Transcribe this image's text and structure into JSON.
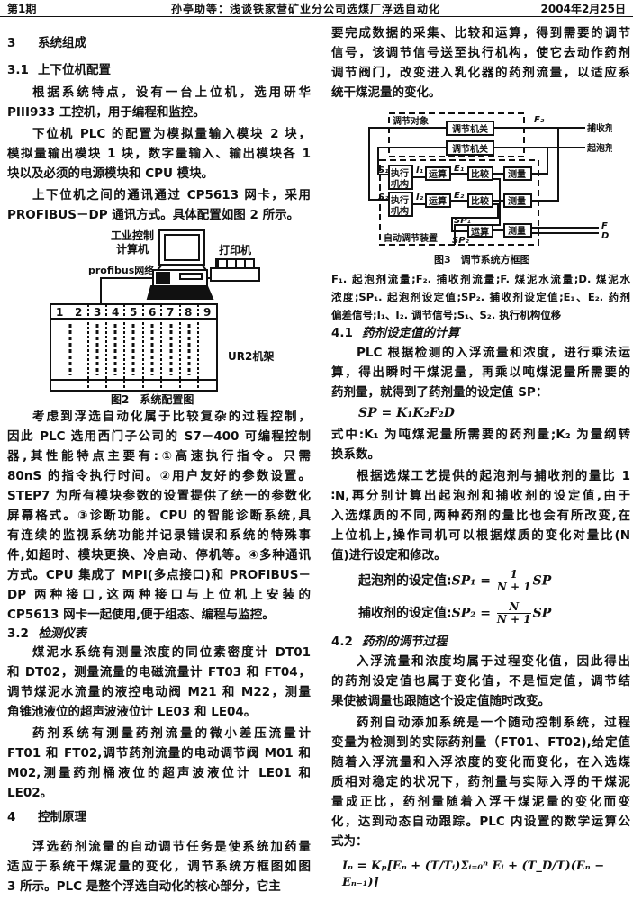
{
  "header": {
    "issue": "第1期",
    "title": "孙亭助等：浅谈铁家营矿业分公司选煤厂浮选自动化",
    "date": "2004年2月25日"
  },
  "left": {
    "sec3": {
      "num": "3",
      "title": "系统组成"
    },
    "sec3_1": {
      "num": "3.1",
      "title": "上下位机配置"
    },
    "p1": [
      "根据系统特点，设有一台上位机，选用研华",
      "PIII933 工控机，用于编程和监控。"
    ],
    "p2": [
      "下位机 PLC 的配置为模拟量输入模块 2 块，",
      "模拟量输出模块 1 块，数字量输入、输出模块各 1",
      "块以及必须的电源模块和 CPU 模块。"
    ],
    "p3": [
      "上下位机之间的通讯通过 CP5613 网卡，采用",
      "PROFIBUS－DP 通讯方式。具体配置如图 2 所示。"
    ],
    "p4": [
      "考虑到浮选自动化属于比较复杂的过程控制，",
      "因此 PLC 选用西门子公司的 S7－400 可编程控制",
      "器,其性能特点主要有:①高速执行指令。只需",
      "80nS 的指令执行时间。②用户友好的参数设置。",
      "STEP7 为所有模块参数的设置提供了统一的参数化",
      "屏幕格式。③诊断功能。CPU 的智能诊断系统,具",
      "有连续的监视系统功能并记录错误和系统的特殊事",
      "件,如超时、模块更换、冷启动、停机等。④多种通讯",
      "方式。CPU 集成了 MPI(多点接口)和 PROFIBUS－",
      "DP 两种接口,这两种接口与上位机上安装的",
      "CP5613 网卡一起使用,便于组态、编程与监控。"
    ],
    "sec3_2": {
      "num": "3.2",
      "title": "检测仪表"
    },
    "p5": [
      "煤泥水系统有测量浓度的同位素密度计 DT01",
      "和 DT02，测量流量的电磁流量计 FT03 和 FT04，",
      "调节煤泥水流量的液控电动阀 M21 和 M22，测量",
      "角锥池液位的超声波液位计 LE03 和 LE04。"
    ],
    "p6": [
      "药剂系统有测量药剂流量的微小差压流量计",
      "FT01 和 FT02,调节药剂流量的电动调节阀 M01 和",
      "M02,测量药剂桶液位的超声波液位计 LE01 和",
      "LE02。"
    ],
    "sec4": {
      "num": "4",
      "title": "控制原理"
    },
    "p7": [
      "浮选药剂流量的自动调节任务是使系统加药量",
      "适应于系统干煤泥量的变化，调节系统方框图如图",
      "3 所示。PLC 是整个浮选自动化的核心部分，它主"
    ]
  },
  "fig2": {
    "computer_label": [
      "工业控制",
      "计算机"
    ],
    "network_label": "profibus网络",
    "printer_label": "打印机",
    "rack_label": "UR2机架",
    "slots": [
      "1",
      "2",
      "3",
      "4",
      "5",
      "6",
      "7",
      "8",
      "9"
    ],
    "caption": "图2　系统配置图"
  },
  "right": {
    "p1": [
      "要完成数据的采集、比较和运算，得到需要的调节",
      "信号，该调节信号送至执行机构，使它去动作药剂",
      "调节阀门，改变进入乳化器的药剂流量，以适应系",
      "统干煤泥量的变化。"
    ],
    "legend": [
      "F₁. 起泡剂流量;F₂. 捕收剂流量;F. 煤泥水流量;D. 煤泥水",
      "浓度;SP₁. 起泡剂设定值;SP₂. 捕收剂设定值;E₁、E₂. 药剂",
      "偏差信号;I₁、I₂. 调节信号;S₁、S₂. 执行机构位移"
    ],
    "sec4_1": {
      "num": "4.1",
      "title": "药剂设定值的计算"
    },
    "p2": [
      "PLC 根据检测的入浮流量和浓度，进行乘法运",
      "算，得出瞬时干煤泥量，再乘以吨煤泥量所需要的",
      "药剂量，就得到了药剂量的设定值 SP："
    ],
    "eq1": "SP = K₁K₂F₂D",
    "p3": [
      "式中:K₁ 为吨煤泥量所需要的药剂量;K₂ 为量纲转",
      "换系数。"
    ],
    "p4": [
      "根据选煤工艺提供的起泡剂与捕收剂的量比 1",
      "∶N,再分别计算出起泡剂和捕收剂的设定值,由于",
      "入选煤质的不同,两种药剂的量比也会有所改变,在",
      "上位机上,操作司机可以根据煤质的变化对量比(N",
      "值)进行设定和修改。"
    ],
    "eq2": {
      "label": "起泡剂的设定值:",
      "lhs": "SP₁ =",
      "num": "1",
      "den": "N + 1",
      "rhs": "SP"
    },
    "eq3": {
      "label": "捕收剂的设定值:",
      "lhs": "SP₂ =",
      "num": "N",
      "den": "N + 1",
      "rhs": "SP"
    },
    "sec4_2": {
      "num": "4.2",
      "title": "药剂的调节过程"
    },
    "p5": [
      "入浮流量和浓度均属于过程变化值，因此得出",
      "的药剂设定值也属于变化值，不是恒定值，调节结",
      "果使被调量也跟随这个设定值随时改变。"
    ],
    "p6": [
      "药剂自动添加系统是一个随动控制系统，过程",
      "变量为检测到的实际药剂量（FT01、FT02),给定值",
      "随着入浮流量和入浮浓度的变化而变化，在入选煤",
      "质相对稳定的状况下，药剂量与实际入浮的干煤泥",
      "量成正比，药剂量随着入浮干煤泥量的变化而变",
      "化，达到动态自动跟踪。PLC 内设置的数学运算公",
      "式为："
    ],
    "eq4": "Iₙ = Kₚ[Eₙ + (T/Tᵢ)Σᵢ₌₀ⁿ Eᵢ + (T_D/T)(Eₙ − Eₙ₋₁)]"
  },
  "fig3": {
    "object_label": "调节对象",
    "device_label": "自动调节装置",
    "valve": "调节机关",
    "actuator": [
      "执行",
      "机构"
    ],
    "compute": "运算",
    "compare": "比较",
    "measure": "测量",
    "collector": "捕收剂",
    "frother": "起泡剂",
    "signals": {
      "F2": "F₂",
      "S1": "S₁",
      "S2": "S₂",
      "I1": "I₁",
      "I2": "I₂",
      "E1": "E₁",
      "E2": "E₂",
      "SP1": "SP₁",
      "SP2": "SP₂",
      "F": "F",
      "D": "D"
    },
    "caption": "图3　调节系统方框图"
  }
}
